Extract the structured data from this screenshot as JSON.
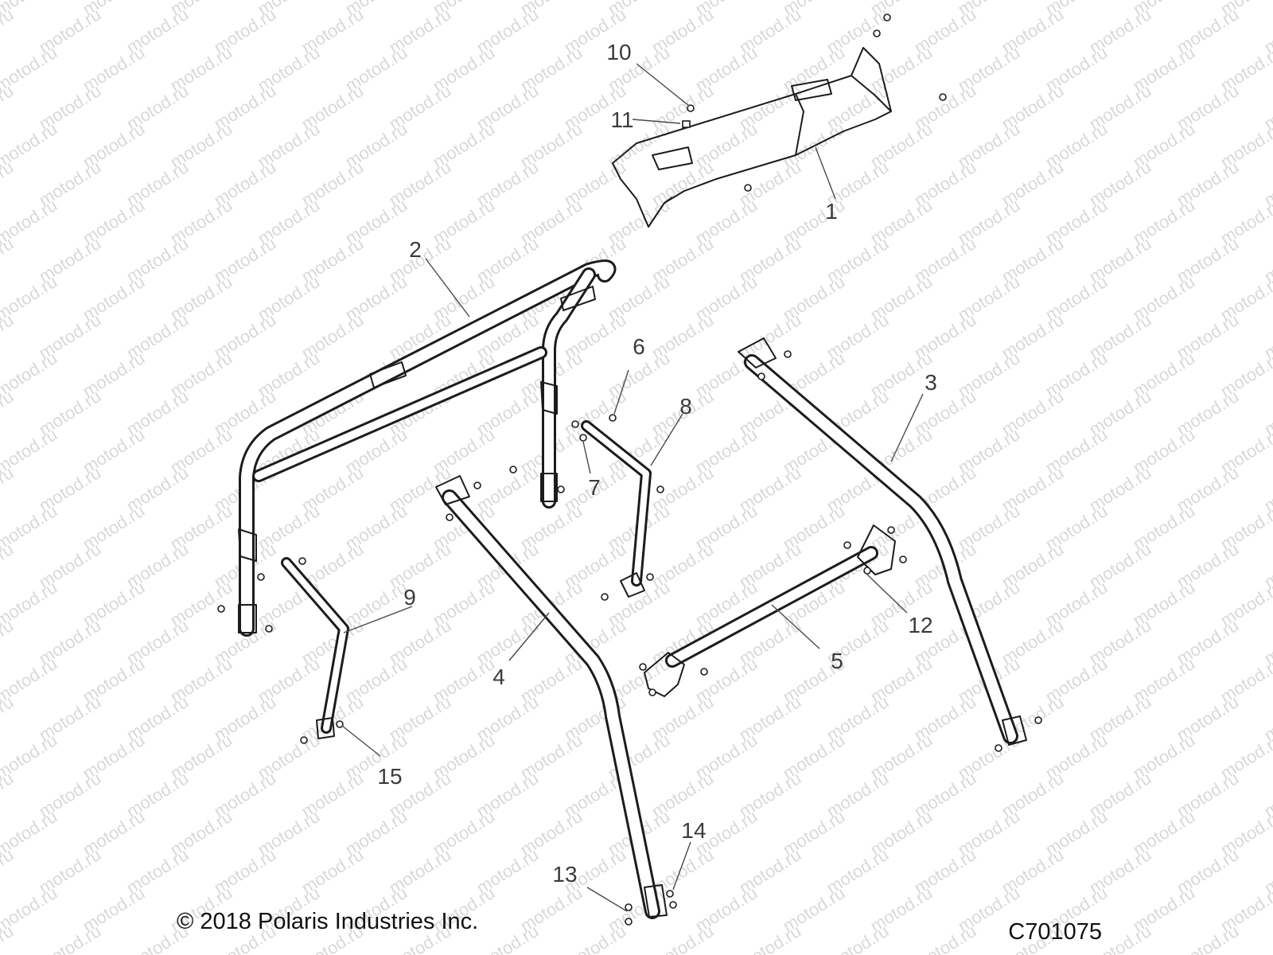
{
  "watermark": {
    "text": "motod.ru",
    "color": "#d9d9d9"
  },
  "colors": {
    "line": "#1c1c1c",
    "callout": "#3b3b3b",
    "background": "#ffffff"
  },
  "diagram": {
    "callouts": [
      {
        "id": "c1",
        "label": "1"
      },
      {
        "id": "c2",
        "label": "2"
      },
      {
        "id": "c3",
        "label": "3"
      },
      {
        "id": "c4",
        "label": "4"
      },
      {
        "id": "c5",
        "label": "5"
      },
      {
        "id": "c6",
        "label": "6"
      },
      {
        "id": "c7",
        "label": "7"
      },
      {
        "id": "c8",
        "label": "8"
      },
      {
        "id": "c9",
        "label": "9"
      },
      {
        "id": "c10",
        "label": "10"
      },
      {
        "id": "c11",
        "label": "11"
      },
      {
        "id": "c12",
        "label": "12"
      },
      {
        "id": "c13",
        "label": "13"
      },
      {
        "id": "c14",
        "label": "14"
      },
      {
        "id": "c15",
        "label": "15"
      }
    ]
  },
  "footer": {
    "copyright": "© 2018 Polaris Industries Inc.",
    "diagram_code": "C701075"
  }
}
